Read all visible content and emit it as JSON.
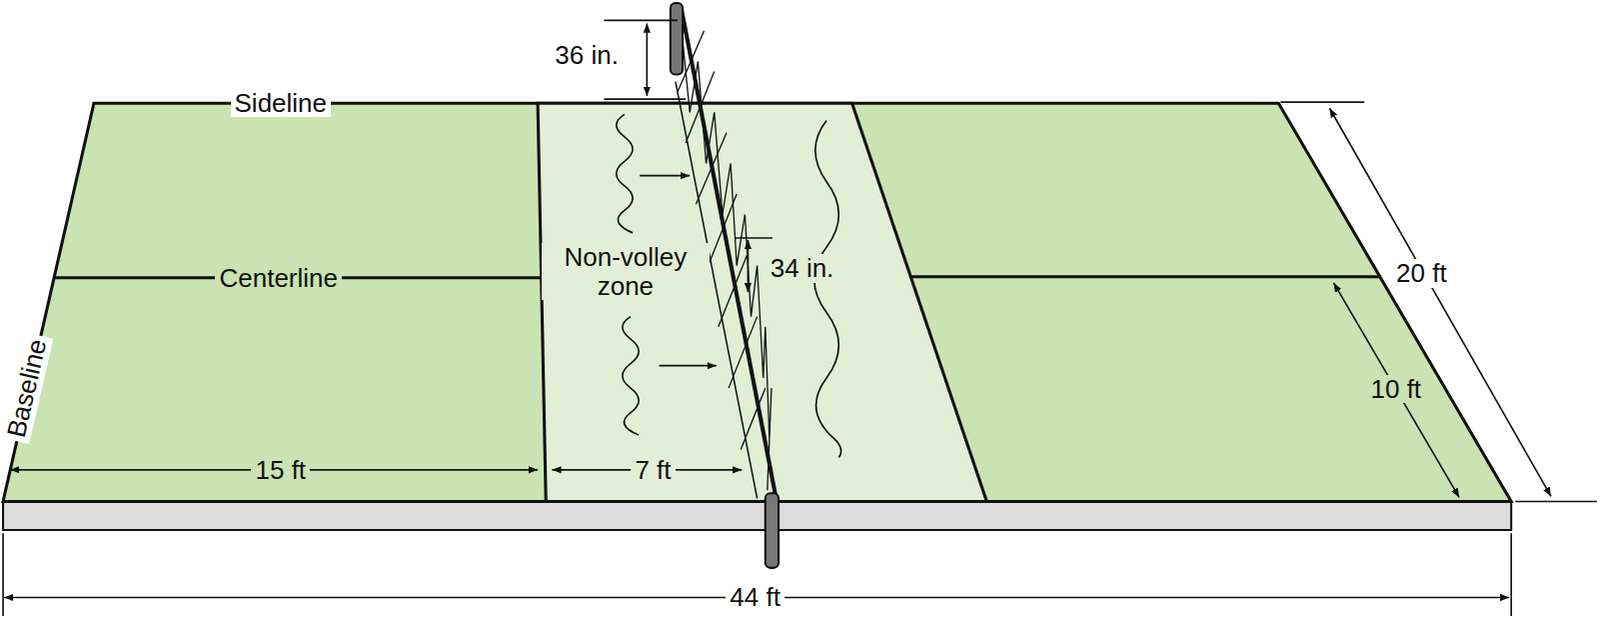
{
  "diagram": {
    "labels": [
      "Sideline",
      "Centerline",
      "Baseline",
      "Non-volley zone",
      "36 in.",
      "34 in.",
      "15 ft",
      "7 ft",
      "44 ft",
      "20 ft",
      "10 ft"
    ]
  }
}
